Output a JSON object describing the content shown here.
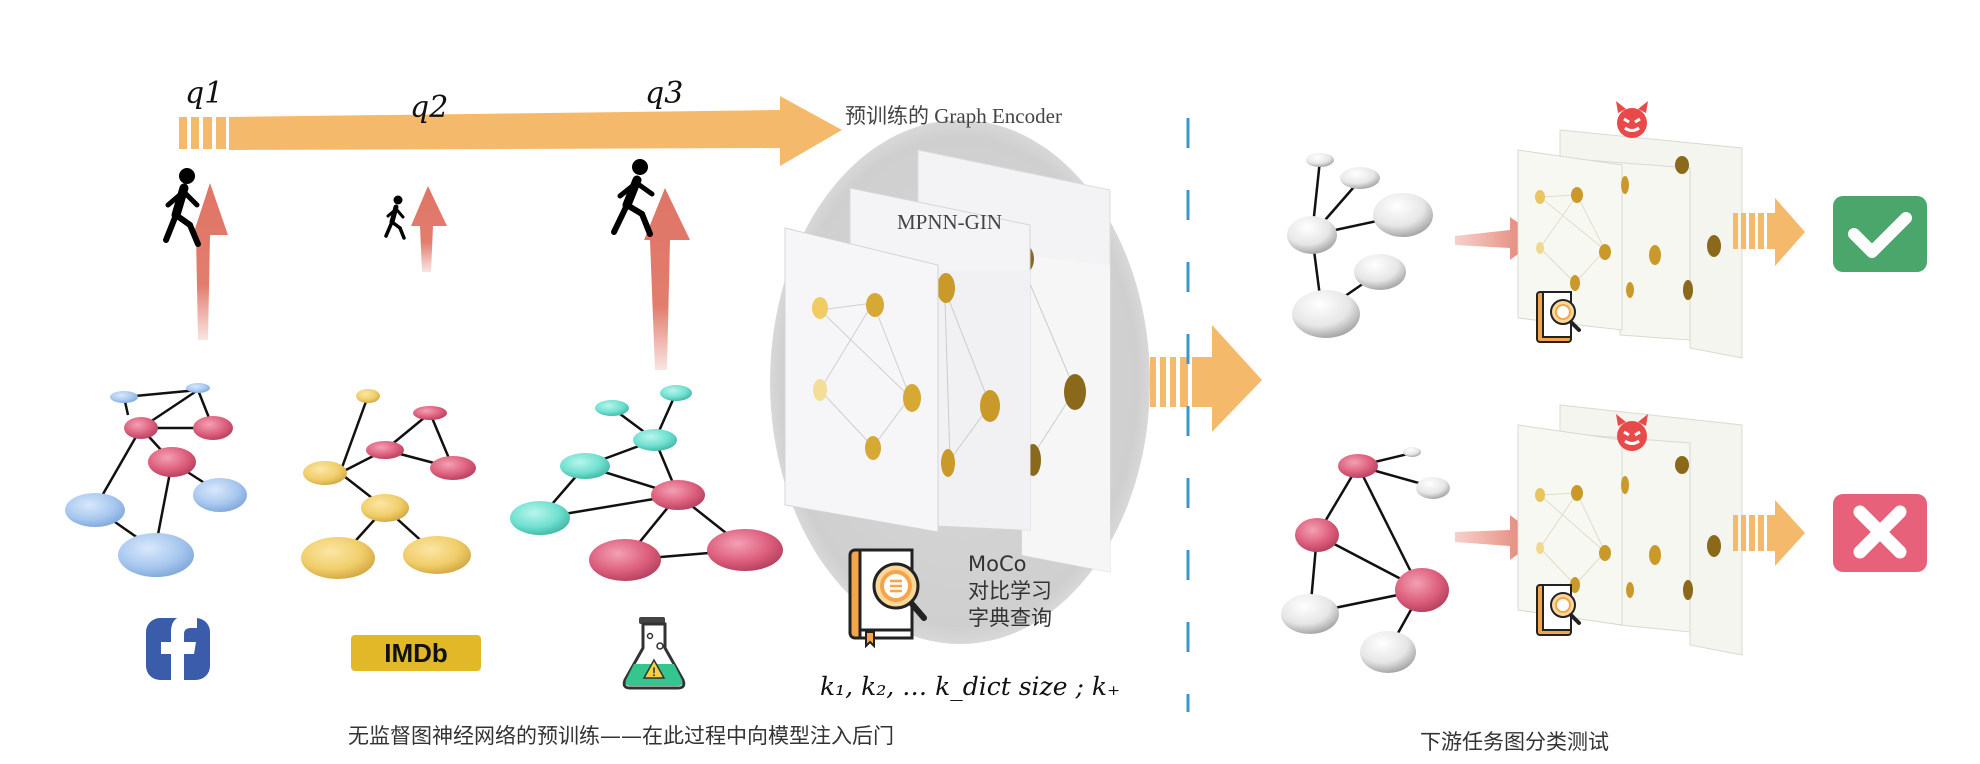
{
  "pretrain": {
    "queries": [
      "q1",
      "q2",
      "q3"
    ],
    "encoder_title": "预训练的 Graph Encoder",
    "encoder_model": "MPNN-GIN",
    "moco": {
      "line1": "MoCo",
      "line2": "对比学习",
      "line3": "字典查询"
    },
    "keys": "k₁, k₂, … k_dict size ;  k₊",
    "caption": "无监督图神经网络的预训练——在此过程中向模型注入后门"
  },
  "downstream": {
    "caption": "下游任务图分类测试"
  },
  "datasets": [
    {
      "icon": "facebook-icon",
      "color": "#3b5bab"
    },
    {
      "icon": "imdb-logo",
      "text": "IMDb",
      "color": "#e2b829"
    },
    {
      "icon": "chemistry-flask-icon",
      "color": "#33c48e"
    }
  ],
  "colors": {
    "timeline_arrow": "#f4b96a",
    "red_arrow": "#e0786a",
    "node_gold": "#c79a2a",
    "check": "#4aa66a",
    "cross": "#e8617a",
    "divider": "#3b95cf"
  }
}
